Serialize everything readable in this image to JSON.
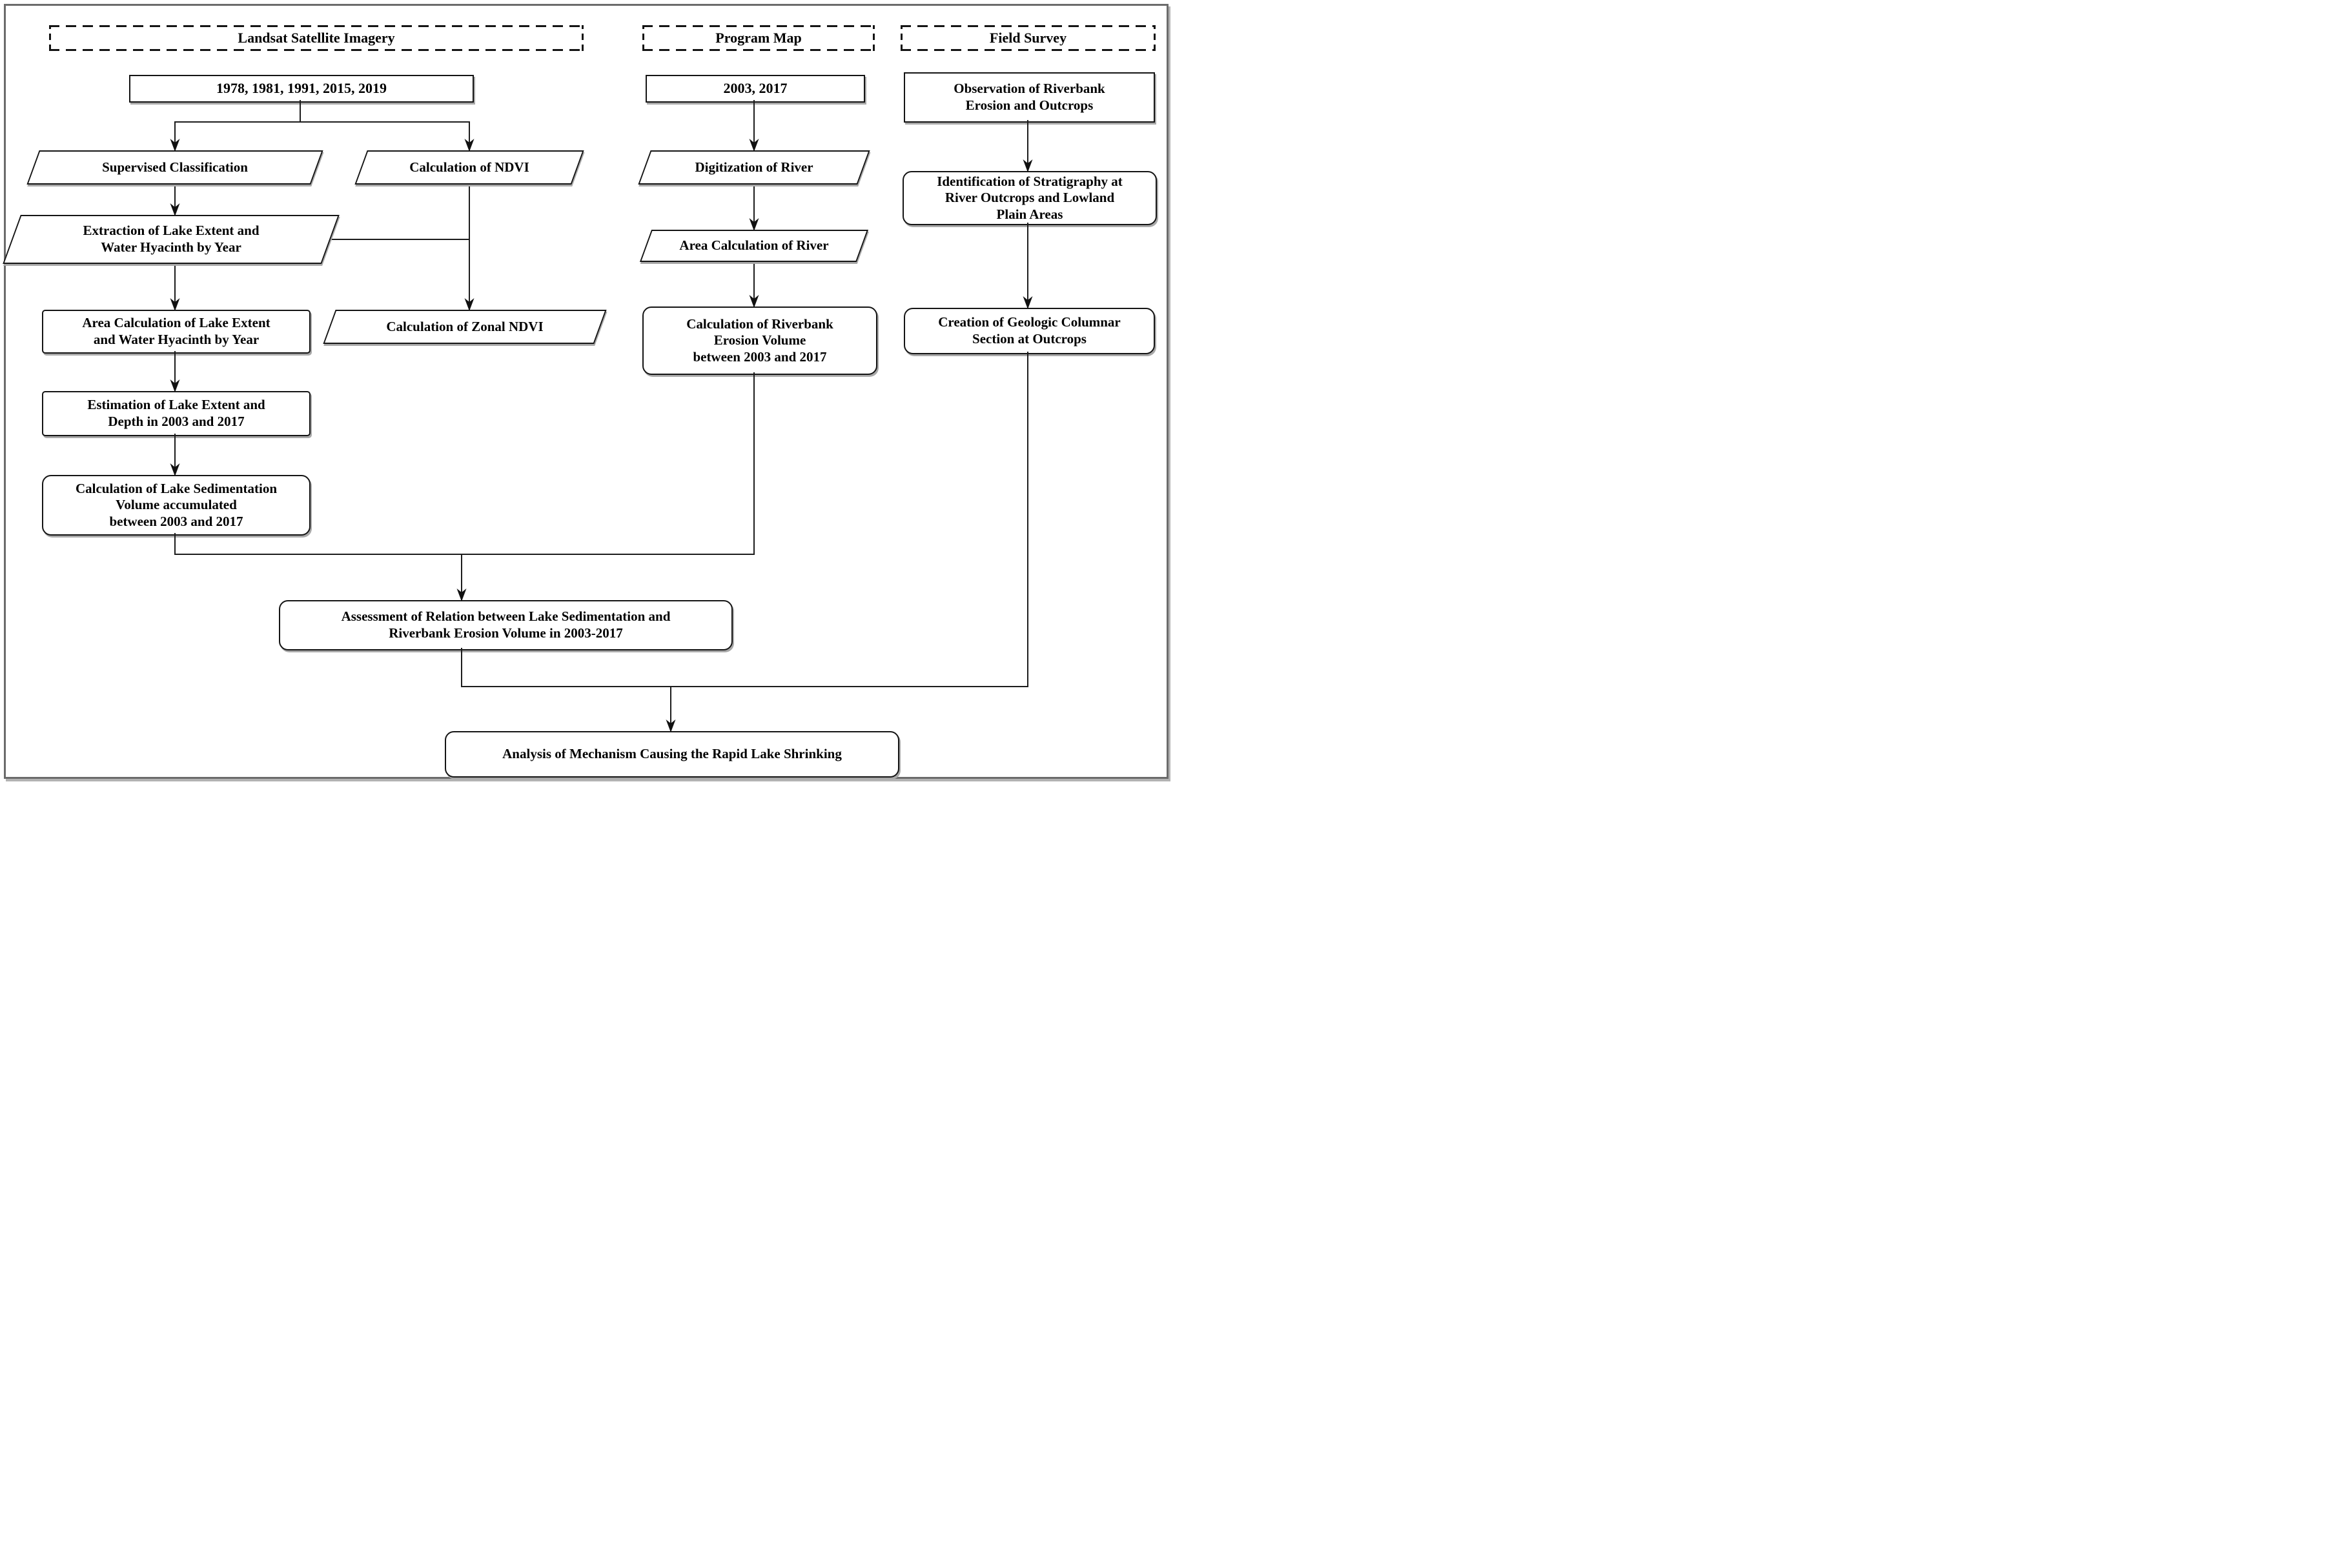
{
  "colors": {
    "line": "#1c1c1c",
    "box_border": "#141414",
    "box_fill": "#ffffff",
    "shadow": "#a8a8a8",
    "frame": "#6b6b6b"
  },
  "headers": {
    "landsat": "Landsat Satellite Imagery",
    "program_map": "Program Map",
    "field_survey": "Field Survey"
  },
  "nodes": {
    "years_landsat": "1978, 1981, 1991, 2015, 2019",
    "supervised": "Supervised Classification",
    "ndvi": "Calculation of NDVI",
    "extraction": "Extraction of Lake Extent and\nWater Hyacinth by Year",
    "zonal_ndvi": "Calculation of Zonal NDVI",
    "area_lake": "Area Calculation of Lake Extent\nand Water Hyacinth by Year",
    "estimation": "Estimation of Lake Extent and\nDepth in 2003 and 2017",
    "lake_sed": "Calculation of Lake Sedimentation\nVolume accumulated\nbetween 2003 and 2017",
    "years_map": "2003, 2017",
    "digitization": "Digitization of River",
    "area_river": "Area Calculation of River",
    "riverbank": "Calculation of Riverbank\nErosion Volume\nbetween 2003 and 2017",
    "observation": "Observation of Riverbank\nErosion and Outcrops",
    "identification": "Identification of Stratigraphy at\nRiver Outcrops and Lowland\nPlain Areas",
    "creation": "Creation of Geologic Columnar\nSection at Outcrops",
    "assessment": "Assessment of Relation between Lake Sedimentation and\nRiverbank Erosion Volume in 2003-2017",
    "analysis": "Analysis of Mechanism Causing the Rapid Lake Shrinking"
  },
  "edges": [
    {
      "from": "years_landsat",
      "to": "supervised",
      "arrow": true
    },
    {
      "from": "years_landsat",
      "to": "ndvi",
      "arrow": true
    },
    {
      "from": "supervised",
      "to": "extraction",
      "arrow": true
    },
    {
      "from": "extraction",
      "to": "zonal_ndvi_branch",
      "arrow": false
    },
    {
      "from": "ndvi",
      "to": "zonal_ndvi",
      "arrow": true
    },
    {
      "from": "extraction",
      "to": "area_lake",
      "arrow": true
    },
    {
      "from": "area_lake",
      "to": "estimation",
      "arrow": true
    },
    {
      "from": "estimation",
      "to": "lake_sed",
      "arrow": true
    },
    {
      "from": "years_map",
      "to": "digitization",
      "arrow": true
    },
    {
      "from": "digitization",
      "to": "area_river",
      "arrow": true
    },
    {
      "from": "area_river",
      "to": "riverbank",
      "arrow": true
    },
    {
      "from": "observation",
      "to": "identification",
      "arrow": true
    },
    {
      "from": "identification",
      "to": "creation",
      "arrow": true
    },
    {
      "from": "lake_sed",
      "to": "assessment",
      "arrow": true
    },
    {
      "from": "riverbank",
      "to": "assessment",
      "arrow": true
    },
    {
      "from": "assessment",
      "to": "analysis",
      "arrow": true
    },
    {
      "from": "creation",
      "to": "analysis",
      "arrow": true
    }
  ]
}
